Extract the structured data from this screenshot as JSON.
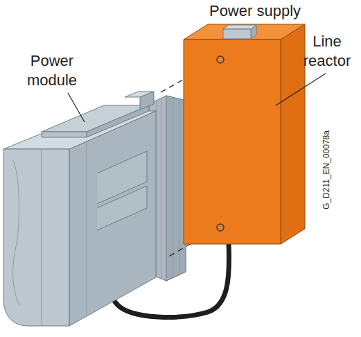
{
  "diagram": {
    "labels": [
      "Power supply",
      "Power module",
      "Line reactor",
      "G_D211_EN_00078a"
    ]
  }
}
